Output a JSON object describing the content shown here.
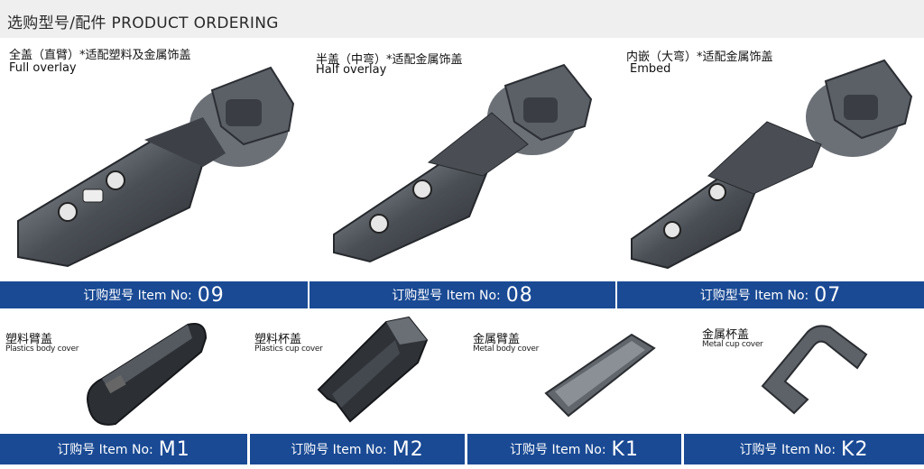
{
  "header": {
    "title": "选购型号/配件  PRODUCT ORDERING"
  },
  "hinges": [
    {
      "cn": "全盖（直臂）*适配塑料及金属饰盖",
      "en": "Full overlay",
      "prefix": "订购型号 Item No:",
      "code": "09"
    },
    {
      "cn": "半盖（中弯）*适配金属饰盖",
      "en": "Half overlay",
      "prefix": "订购型号 Item No:",
      "code": "08"
    },
    {
      "cn": "内嵌（大弯）*适配金属饰盖",
      "en": "Embed",
      "prefix": "订购型号 Item No:",
      "code": "07"
    }
  ],
  "covers": [
    {
      "cn": "塑料臂盖",
      "en": "Plastics body cover",
      "prefix": "订购号 Item No:",
      "code": "M1"
    },
    {
      "cn": "塑料杯盖",
      "en": "Plastics cup cover",
      "prefix": "订购号 Item No:",
      "code": "M2"
    },
    {
      "cn": "金属臂盖",
      "en": "Metal body cover",
      "prefix": "订购号 Item No:",
      "code": "K1"
    },
    {
      "cn": "金属杯盖",
      "en": "Metal cup cover",
      "prefix": "订购号 Item No:",
      "code": "K2"
    }
  ],
  "colors": {
    "bar": "#1a4a94",
    "header_bg": "#efefef"
  },
  "icons": [
    "hinge-image",
    "plastic-body-cover-image",
    "plastic-cup-cover-image",
    "metal-body-cover-image",
    "metal-cup-cover-image"
  ]
}
